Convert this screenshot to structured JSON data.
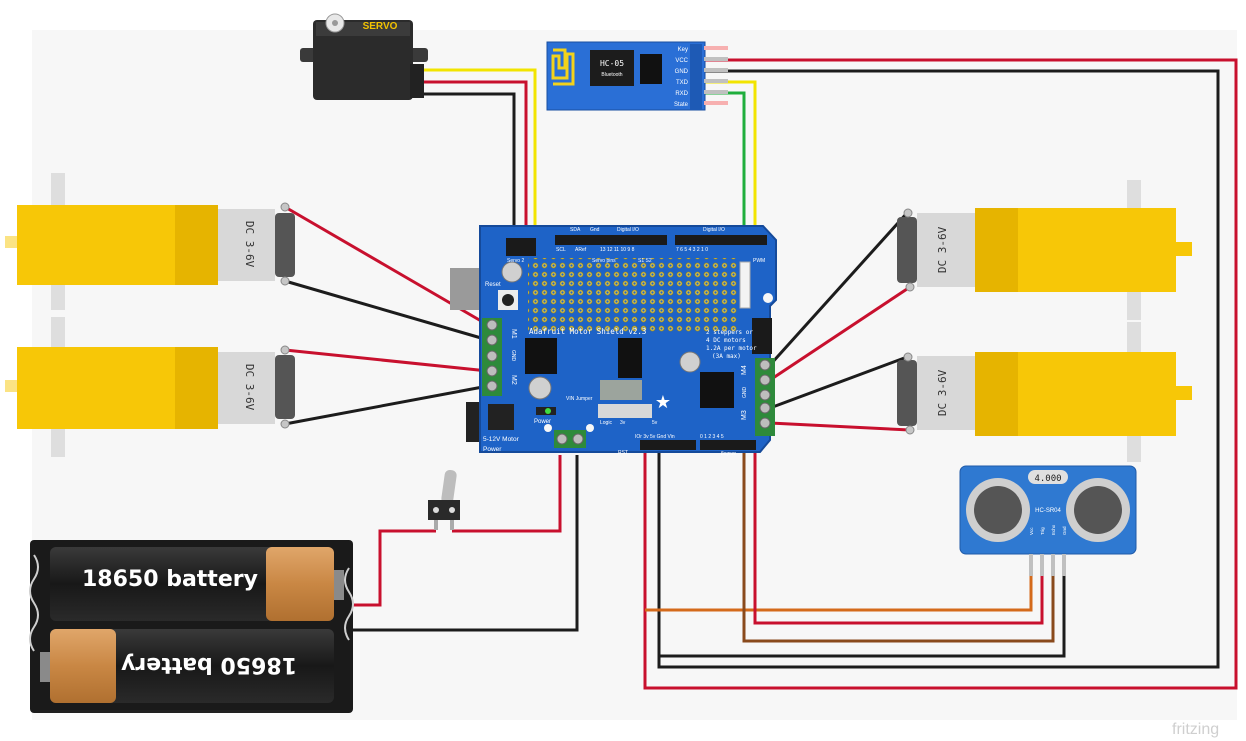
{
  "servo": {
    "label": "SERVO"
  },
  "bluetooth": {
    "chip": "HC-05",
    "sub": "Bluetooth",
    "pins": [
      "Key",
      "VCC",
      "GND",
      "TXD",
      "RXD",
      "State"
    ]
  },
  "motors": {
    "label": "DC 3-6V",
    "left_top": "DC 3-6V",
    "left_bottom": "DC 3-6V",
    "right_top": "DC 3-6V",
    "right_bottom": "DC 3-6V"
  },
  "shield": {
    "title": "Adafruit Motor Shield v2.3",
    "steppers": "2 steppers or",
    "dc": "4 DC motors",
    "amps": "1.2A per motor",
    "max": "(3A max)",
    "reset": "Reset",
    "servo_pins": "Servo pins",
    "s1s2": "S1 S2",
    "servo2": "Servo 2",
    "sda": "SDA",
    "gnd_top": "Gnd",
    "digital_io_1": "Digital I/O",
    "digital_io_2": "Digital I/O",
    "scl": "SCL",
    "aref": "ARef",
    "top_nums": "13 12 11 10 9 8",
    "top_nums2": "7 6 5 4 3 2 1 0",
    "pwm": "PWM",
    "m1": "M1",
    "m2": "M2",
    "m3": "M3",
    "m4": "M4",
    "gnd_left": "GND",
    "gnd_right": "GND",
    "power_label": "Power",
    "vin_jumper": "VIN Jumper",
    "logic": "Logic",
    "motor_power": "5-12V Motor",
    "power": "Power",
    "bottom_labels": "IOr 3v 5v Gnd Vin",
    "bottom_nums": "0 1 2 3 4 5",
    "rst": "RST",
    "analog": "analog",
    "v5": "5v",
    "v3": "3v"
  },
  "ultrasonic": {
    "crystal": "4.000",
    "model": "HC-SR04",
    "pins": [
      "Vcc",
      "Trig",
      "Echo",
      "Gnd"
    ]
  },
  "battery": {
    "top": "18650 battery",
    "bottom": "18650 battery"
  },
  "watermark": "fritzing",
  "colors": {
    "wire_red": "#c8102e",
    "wire_black": "#1c1c1c",
    "wire_yellow": "#f2e400",
    "wire_green": "#1fae3c",
    "wire_orange": "#d46a1b",
    "wire_brown": "#8a4a1c",
    "shield_blue": "#1e63c7",
    "motor_yellow": "#f7c707",
    "bt_blue": "#2a6fd6",
    "sr04_blue": "#2f79d1"
  }
}
